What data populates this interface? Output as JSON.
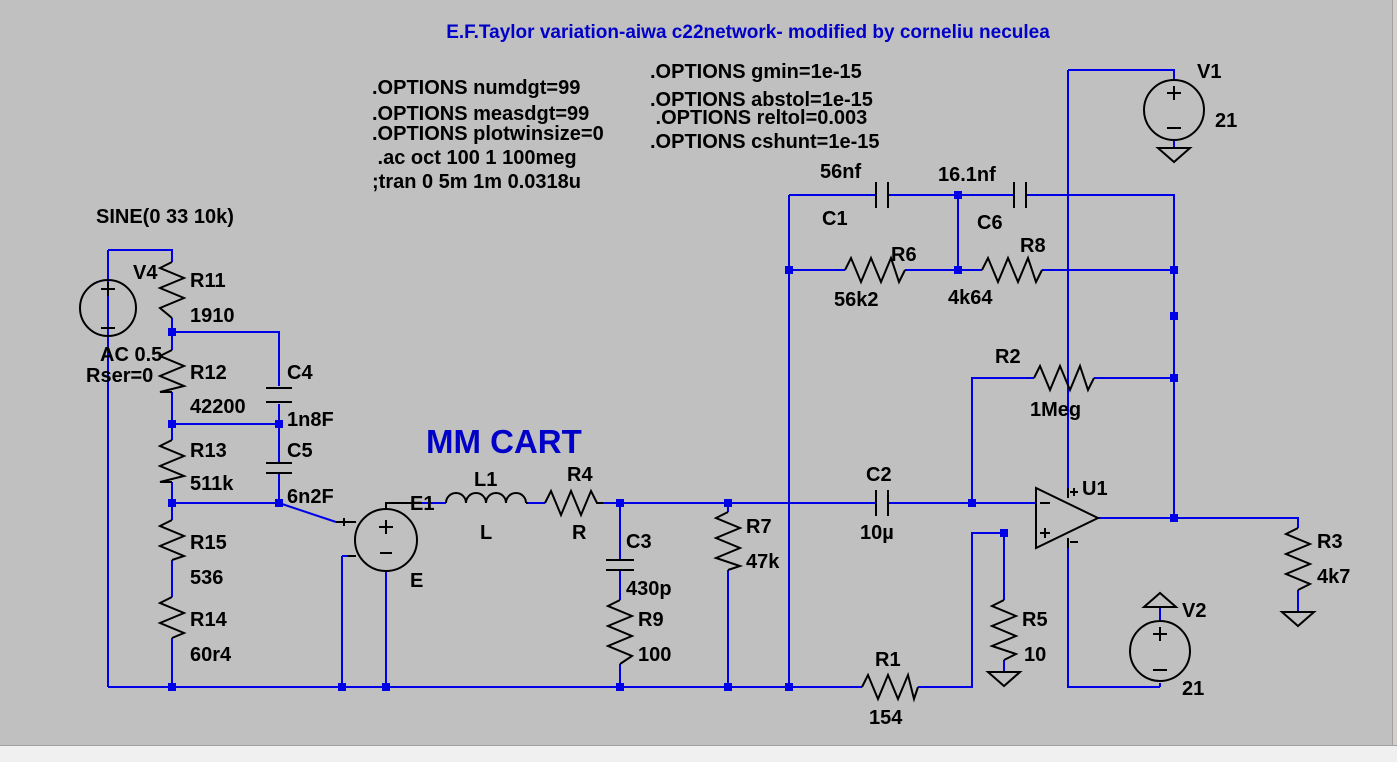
{
  "title": "E.F.Taylor variation-aiwa c22network- modified by corneliu neculea",
  "directives": {
    "numdgt": ".OPTIONS numdgt=99",
    "measdgt": ".OPTIONS measdgt=99",
    "plotwinsize": ".OPTIONS plotwinsize=0",
    "ac": " .ac oct 100 1 100meg",
    "tran": ";tran 0 5m 1m 0.0318u",
    "gmin": ".OPTIONS gmin=1e-15",
    "abstol": ".OPTIONS abstol=1e-15",
    "reltol": " .OPTIONS reltol=0.003",
    "cshunt": ".OPTIONS cshunt=1e-15"
  },
  "annotation_mm": "MM CART",
  "components": {
    "V4": {
      "name": "V4",
      "value": "SINE(0 33 10k)",
      "ac": "AC 0.5",
      "rser": "Rser=0"
    },
    "R11": {
      "name": "R11",
      "value": "1910"
    },
    "R12": {
      "name": "R12",
      "value": "42200"
    },
    "R13": {
      "name": "R13",
      "value": "511k"
    },
    "R15": {
      "name": "R15",
      "value": "536"
    },
    "R14": {
      "name": "R14",
      "value": "60r4"
    },
    "C4": {
      "name": "C4",
      "value": "1n8F"
    },
    "C5": {
      "name": "C5",
      "value": "6n2F"
    },
    "E1": {
      "name": "E1",
      "value": "E"
    },
    "L1": {
      "name": "L1",
      "value": "L"
    },
    "R4": {
      "name": "R4",
      "value": "R"
    },
    "C3": {
      "name": "C3",
      "value": "430p"
    },
    "R9": {
      "name": "R9",
      "value": "100"
    },
    "R7": {
      "name": "R7",
      "value": "47k"
    },
    "C2": {
      "name": "C2",
      "value": "10µ"
    },
    "C1": {
      "name": "C1",
      "value": "56nf"
    },
    "C6": {
      "name": "C6",
      "value": "16.1nf"
    },
    "R6": {
      "name": "R6",
      "value": "56k2"
    },
    "R8": {
      "name": "R8",
      "value": "4k64"
    },
    "R2": {
      "name": "R2",
      "value": "1Meg"
    },
    "U1": {
      "name": "U1"
    },
    "V1": {
      "name": "V1",
      "value": "21"
    },
    "V2": {
      "name": "V2",
      "value": "21"
    },
    "R3": {
      "name": "R3",
      "value": "4k7"
    },
    "R5": {
      "name": "R5",
      "value": "10"
    },
    "R1": {
      "name": "R1",
      "value": "154"
    }
  },
  "colors": {
    "background": "#c0c0c0",
    "wire": "#0000e6",
    "symbol": "#000000",
    "title": "#0000c8"
  }
}
